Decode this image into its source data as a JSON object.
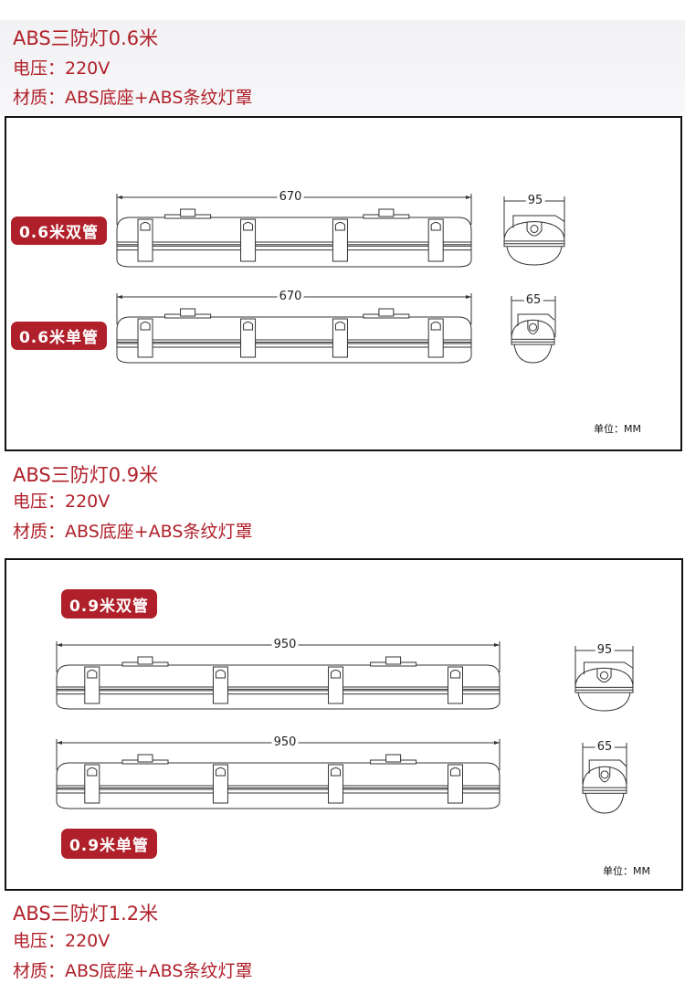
{
  "specs": [
    {
      "title": "ABS三防灯0.6米",
      "voltage": "电压：220V",
      "material": "材质：ABS底座+ABS条纹灯罩"
    },
    {
      "title": "ABS三防灯0.9米",
      "voltage": "电压：220V",
      "material": "材质：ABS底座+ABS条纹灯罩"
    },
    {
      "title": "ABS三防灯1.2米",
      "voltage": "电压：220V",
      "material": "材质：ABS底座+ABS条纹灯罩"
    }
  ],
  "panel1": {
    "double_label": "0.6米双管",
    "single_label": "0.6米单管",
    "length_double": "670",
    "length_single": "670",
    "width_double": "95",
    "width_single": "65",
    "unit": "单位：MM"
  },
  "panel2": {
    "double_label": "0.9米双管",
    "single_label": "0.9米单管",
    "length_double": "950",
    "length_single": "950",
    "width_double": "95",
    "width_single": "65",
    "unit": "单位：MM"
  },
  "colors": {
    "accent": "#b0202a"
  }
}
